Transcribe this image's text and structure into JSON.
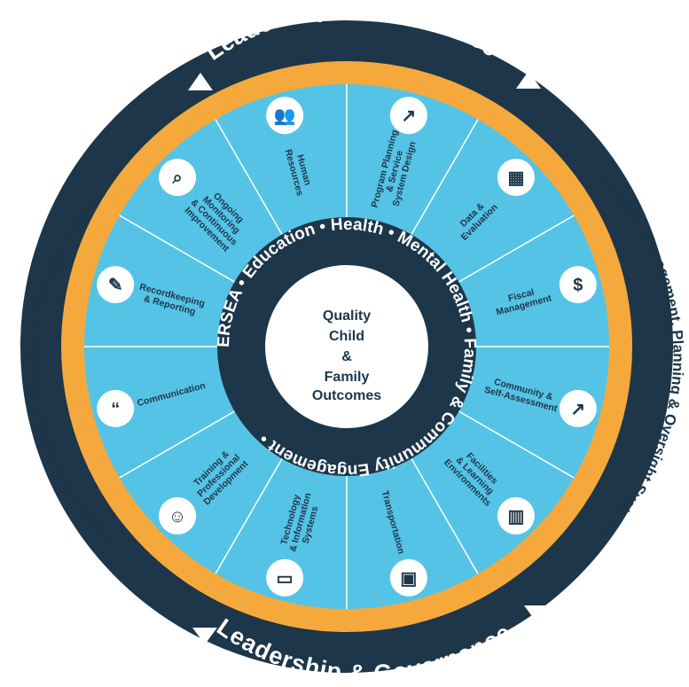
{
  "colors": {
    "navy": "#1d3649",
    "orange": "#f5a93c",
    "sky": "#55c3e6",
    "white": "#ffffff"
  },
  "outer_ring": {
    "top_label": "Leadership & Governance",
    "bottom_label": "Leadership & Governance"
  },
  "orange_ring": {
    "left_label": "Program Management, Planning & Oversight Systems",
    "right_label": "Program Management, Planning & Oversight Systems"
  },
  "inner_ring": {
    "text": "ERSEA • Education • Health • Mental Health • Family & Community Engagement •"
  },
  "center": {
    "lines": [
      "Quality",
      "Child",
      "&",
      "Family",
      "Outcomes"
    ]
  },
  "segments": [
    {
      "id": "human-resources",
      "label": [
        "Human",
        "Resources"
      ],
      "icon": "people-icon"
    },
    {
      "id": "program-planning",
      "label": [
        "Program Planning",
        "& Service",
        "System Design"
      ],
      "icon": "presentation-chart-icon"
    },
    {
      "id": "data-evaluation",
      "label": [
        "Data &",
        "Evaluation"
      ],
      "icon": "map-icon"
    },
    {
      "id": "fiscal-management",
      "label": [
        "Fiscal",
        "Management"
      ],
      "icon": "dollar-icon"
    },
    {
      "id": "community-self-assessment",
      "label": [
        "Community &",
        "Self-Assessment"
      ],
      "icon": "telescope-icon"
    },
    {
      "id": "facilities",
      "label": [
        "Facilities",
        "& Learning",
        "Environments"
      ],
      "icon": "building-icon"
    },
    {
      "id": "transportation",
      "label": [
        "Transportation"
      ],
      "icon": "bus-icon"
    },
    {
      "id": "technology",
      "label": [
        "Technology",
        "& Information",
        "Systems"
      ],
      "icon": "monitor-icon"
    },
    {
      "id": "training",
      "label": [
        "Training &",
        "Professional",
        "Development"
      ],
      "icon": "teacher-icon"
    },
    {
      "id": "communication",
      "label": [
        "Communication"
      ],
      "icon": "speech-bubbles-icon"
    },
    {
      "id": "recordkeeping",
      "label": [
        "Recordkeeping",
        "& Reporting"
      ],
      "icon": "clipboard-icon"
    },
    {
      "id": "ongoing-monitoring",
      "label": [
        "Ongoing",
        "Monitoring",
        "& Continuous",
        "Improvement"
      ],
      "icon": "magnifier-chart-icon"
    }
  ]
}
